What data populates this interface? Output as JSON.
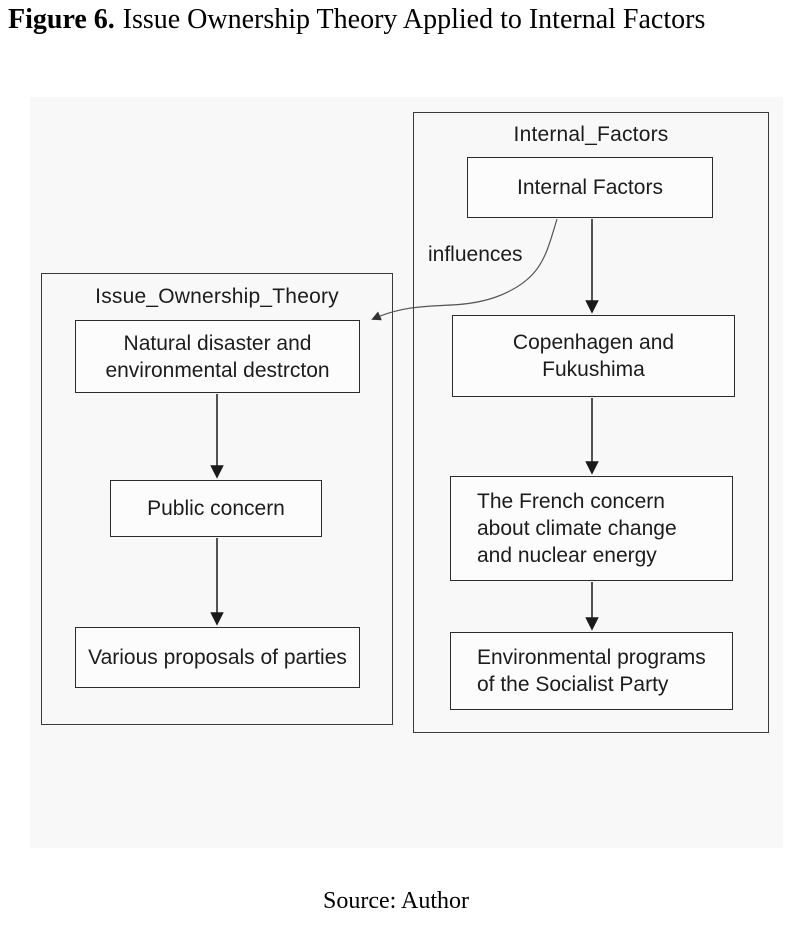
{
  "caption": {
    "prefix": "Figure 6.",
    "title": "Issue Ownership Theory Applied to Internal Factors"
  },
  "diagram": {
    "left_group": {
      "title": "Issue_Ownership_Theory",
      "node1": [
        "Natural disaster and",
        "environmental destrcton"
      ],
      "node2": [
        "Public concern"
      ],
      "node3": [
        "Various proposals of parties"
      ]
    },
    "right_group": {
      "title": "Internal_Factors",
      "node1": [
        "Internal Factors"
      ],
      "node2": [
        "Copenhagen and",
        "Fukushima"
      ],
      "node3": [
        "The French concern",
        "about climate change",
        "and nuclear energy"
      ],
      "node4": [
        "Environmental programs",
        "of the Socialist Party"
      ]
    },
    "edge_label": "influences",
    "colors": {
      "background": "#f8f8f8",
      "box_fill": "#fcfcfc",
      "border": "#2b2b2b",
      "arrow": "#1a1a1a"
    }
  },
  "source": "Source: Author"
}
